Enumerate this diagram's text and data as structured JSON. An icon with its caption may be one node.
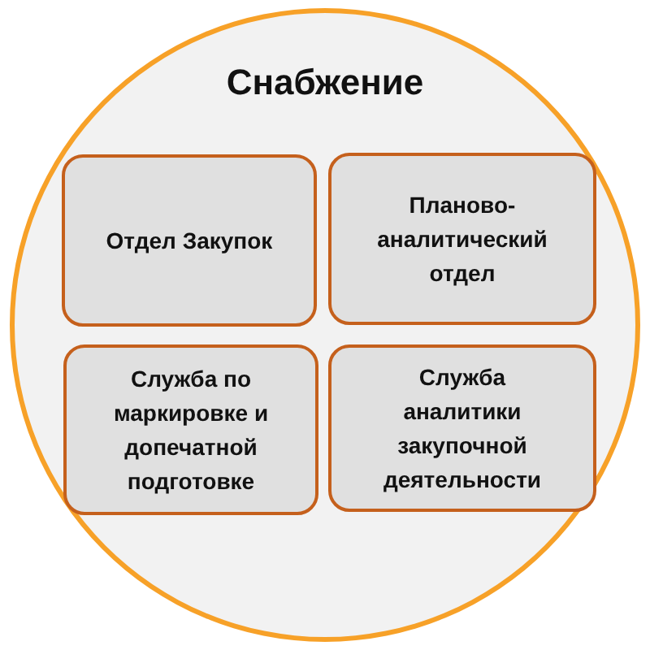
{
  "diagram": {
    "nodes": [
      {
        "text": [
          "Снабжение"
        ]
      },
      {
        "text": [
          "Отдел Закупок"
        ],
        "in": 0
      },
      {
        "text": [
          "Планово-аналитический отдел"
        ],
        "in": 0
      },
      {
        "text": [
          "Служба по маркировке и допечатной подготовке"
        ],
        "in": 0
      },
      {
        "text": [
          "Служба аналитики закупочной деятельности"
        ],
        "in": 0
      }
    ]
  }
}
